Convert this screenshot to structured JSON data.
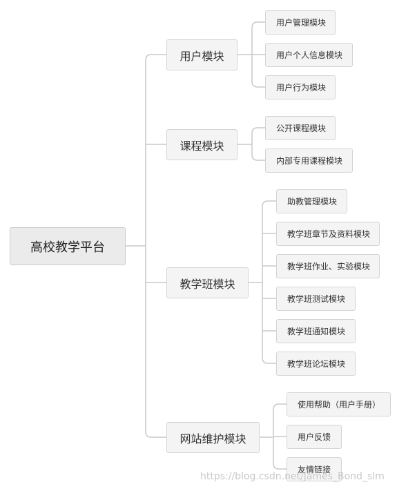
{
  "root": {
    "label": "高校教学平台"
  },
  "modules": [
    {
      "label": "用户模块",
      "children": [
        "用户管理模块",
        "用户个人信息模块",
        "用户行为模块"
      ]
    },
    {
      "label": "课程模块",
      "children": [
        "公开课程模块",
        "内部专用课程模块"
      ]
    },
    {
      "label": "教学班模块",
      "children": [
        "助教管理模块",
        "教学班章节及资料模块",
        "教学班作业、实验模块",
        "教学班测试模块",
        "教学班通知模块",
        "教学班论坛模块"
      ]
    },
    {
      "label": "网站维护模块",
      "children": [
        "使用帮助（用户手册）",
        "用户反馈",
        "友情链接"
      ]
    }
  ],
  "watermark": "https://blog.csdn.net/James_Bond_slm",
  "colors": {
    "line": "#c9c9c9",
    "node_fill": "#f4f4f4",
    "node_border": "#d4d4d4",
    "root_fill": "#ebebeb"
  }
}
